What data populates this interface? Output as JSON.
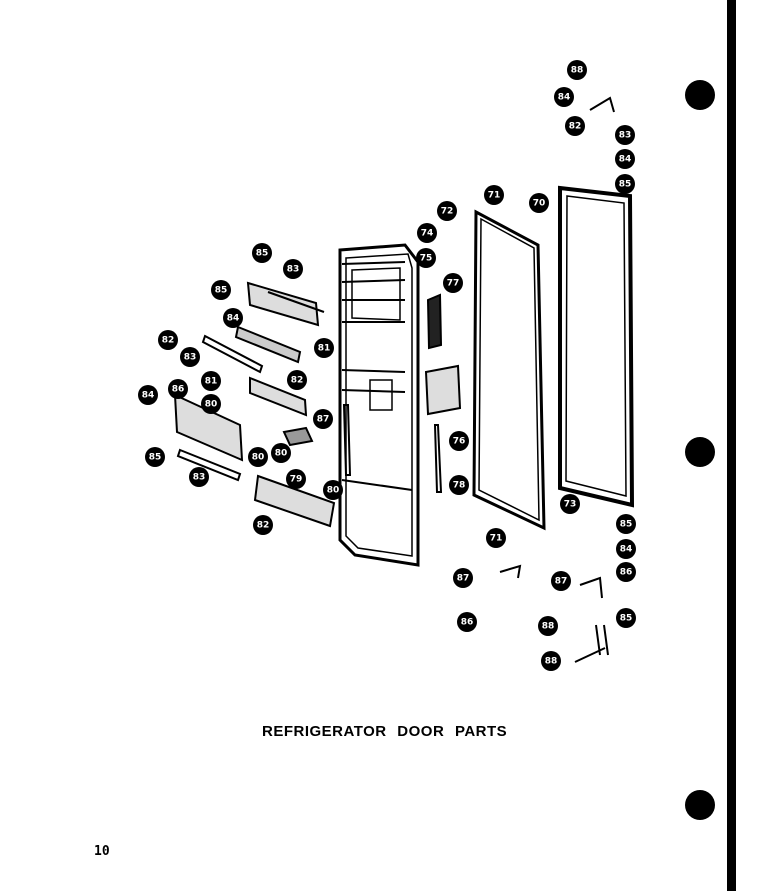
{
  "figure": {
    "title": "REFRIGERATOR DOOR PARTS",
    "page_number": "10"
  },
  "callouts": [
    {
      "id": "c-top-1",
      "label": "88"
    },
    {
      "id": "c-top-2",
      "label": "84"
    },
    {
      "id": "c-top-3",
      "label": "82"
    },
    {
      "id": "c-top-4",
      "label": "83"
    },
    {
      "id": "c-top-5",
      "label": "84"
    },
    {
      "id": "c-top-6",
      "label": "85"
    },
    {
      "id": "c-71a",
      "label": "71"
    },
    {
      "id": "c-72",
      "label": "72"
    },
    {
      "id": "c-70",
      "label": "70"
    },
    {
      "id": "c-74",
      "label": "74"
    },
    {
      "id": "c-75",
      "label": "75"
    },
    {
      "id": "c-77",
      "label": "77"
    },
    {
      "id": "c-76",
      "label": "76"
    },
    {
      "id": "c-78",
      "label": "78"
    },
    {
      "id": "c-73",
      "label": "73"
    },
    {
      "id": "c-71b",
      "label": "71"
    },
    {
      "id": "c-shelf-85",
      "label": "85"
    },
    {
      "id": "c-shelf-83",
      "label": "83"
    },
    {
      "id": "c-shelf-85b",
      "label": "85"
    },
    {
      "id": "c-shelf-84",
      "label": "84"
    },
    {
      "id": "c-82a",
      "label": "82"
    },
    {
      "id": "c-83a",
      "label": "83"
    },
    {
      "id": "c-81a",
      "label": "81"
    },
    {
      "id": "c-81b",
      "label": "81"
    },
    {
      "id": "c-82b",
      "label": "82"
    },
    {
      "id": "c-84a",
      "label": "84"
    },
    {
      "id": "c-86",
      "label": "86"
    },
    {
      "id": "c-80",
      "label": "80"
    },
    {
      "id": "c-87",
      "label": "87"
    },
    {
      "id": "c-85a",
      "label": "85"
    },
    {
      "id": "c-83b",
      "label": "83"
    },
    {
      "id": "c-80b",
      "label": "80"
    },
    {
      "id": "c-80c",
      "label": "80"
    },
    {
      "id": "c-79",
      "label": "79"
    },
    {
      "id": "c-80d",
      "label": "80"
    },
    {
      "id": "c-82c",
      "label": "82"
    },
    {
      "id": "c-br-85",
      "label": "85"
    },
    {
      "id": "c-br-84",
      "label": "84"
    },
    {
      "id": "c-br-86",
      "label": "86"
    },
    {
      "id": "c-br-87a",
      "label": "87"
    },
    {
      "id": "c-br-87b",
      "label": "87"
    },
    {
      "id": "c-br-85b",
      "label": "85"
    },
    {
      "id": "c-br-86b",
      "label": "86"
    },
    {
      "id": "c-br-88",
      "label": "88"
    },
    {
      "id": "c-br-88b",
      "label": "88"
    }
  ]
}
